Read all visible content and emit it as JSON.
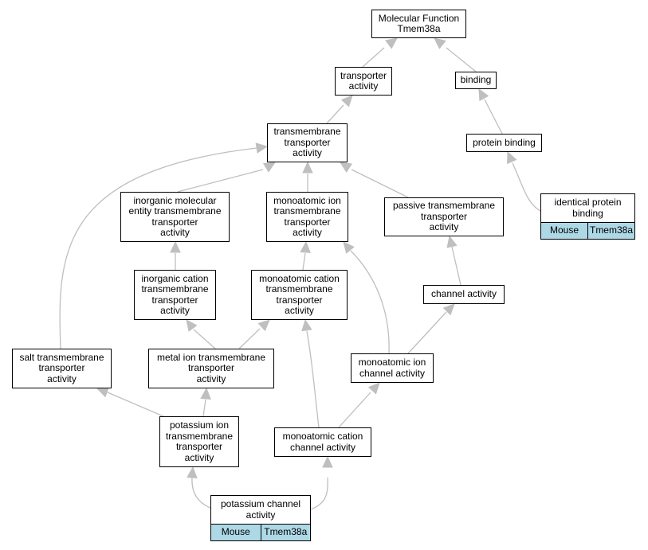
{
  "colors": {
    "edge": "#bfbfbf",
    "node_border": "#000000",
    "node_fill": "#ffffff",
    "species_fill": "#add8e6"
  },
  "nodes": {
    "molecular_function": "Molecular Function\nTmem38a",
    "transporter_activity": "transporter\nactivity",
    "binding": "binding",
    "transmembrane_transporter_activity": "transmembrane\ntransporter\nactivity",
    "protein_binding": "protein binding",
    "inorganic_molecular_entity": "inorganic molecular\nentity transmembrane\ntransporter\nactivity",
    "monoatomic_ion_transmembrane": "monoatomic ion\ntransmembrane\ntransporter\nactivity",
    "passive_transmembrane": "passive transmembrane\ntransporter\nactivity",
    "inorganic_cation": "inorganic cation\ntransmembrane\ntransporter\nactivity",
    "monoatomic_cation_transmembrane": "monoatomic cation\ntransmembrane\ntransporter\nactivity",
    "channel_activity": "channel activity",
    "salt_transmembrane": "salt transmembrane\ntransporter\nactivity",
    "metal_ion_transmembrane": "metal ion transmembrane\ntransporter\nactivity",
    "monoatomic_ion_channel": "monoatomic ion\nchannel activity",
    "potassium_ion_transmembrane": "potassium ion\ntransmembrane\ntransporter\nactivity",
    "monoatomic_cation_channel": "monoatomic cation\nchannel activity"
  },
  "annotated": {
    "identical_protein_binding": {
      "label": "identical protein\nbinding",
      "species": "Mouse",
      "gene": "Tmem38a"
    },
    "potassium_channel_activity": {
      "label": "potassium channel\nactivity",
      "species": "Mouse",
      "gene": "Tmem38a"
    }
  }
}
